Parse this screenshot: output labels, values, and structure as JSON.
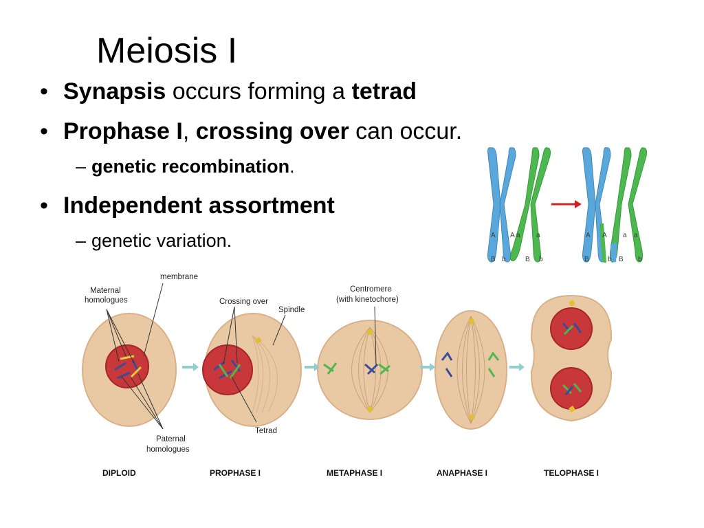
{
  "slide": {
    "title": "Meiosis I",
    "bullets": [
      {
        "parts": [
          "Synapsis",
          " occurs forming a ",
          "tetrad"
        ]
      },
      {
        "parts": [
          "Prophase I",
          ", ",
          "crossing over",
          " can occur."
        ]
      },
      {
        "parts": [
          "genetic recombination",
          "."
        ]
      },
      {
        "parts": [
          "Independent assortment"
        ]
      },
      {
        "parts": [
          "genetic variation."
        ]
      }
    ],
    "bullet_glyph": "•",
    "dash_glyph": "–"
  },
  "crossover_figure": {
    "before_labels": [
      "A",
      "A",
      "a",
      "a",
      "B",
      "b",
      "B",
      "b"
    ],
    "after_labels": [
      "A",
      "A",
      "a",
      "a",
      "B",
      "b",
      "B",
      "b"
    ],
    "colors": {
      "maternal": "#5aa7db",
      "paternal": "#4cb84f",
      "arrow": "#cc2222"
    }
  },
  "meiosis_figure": {
    "callouts": {
      "membrane": "membrane",
      "maternal": [
        "Maternal",
        "homologues"
      ],
      "crossing_over": "Crossing over",
      "spindle": "Spindle",
      "centromere": [
        "Centromere",
        "(with kinetochore)"
      ],
      "tetrad": "Tetrad",
      "paternal": [
        "Paternal",
        "homologues"
      ]
    },
    "stages": [
      "DIPLOID",
      "PROPHASE I",
      "METAPHASE I",
      "ANAPHASE I",
      "TELOPHASE I"
    ],
    "colors": {
      "cell": "#e9c9a4",
      "cell_edge": "#d9b088",
      "nucleus": "#c8383a",
      "arrow": "#8fd0cf"
    }
  }
}
